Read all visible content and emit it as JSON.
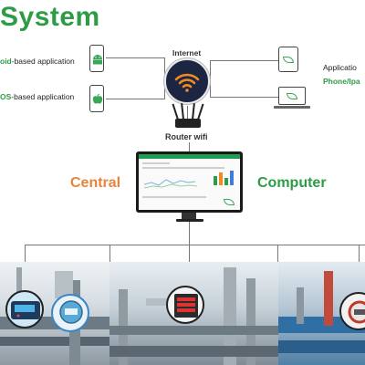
{
  "title": "System",
  "apps": {
    "android": {
      "prefix": "oid",
      "suffix": "-based application"
    },
    "ios": {
      "prefix": "OS",
      "suffix": "-based application"
    },
    "right_line1": "Applicatio",
    "right_line2": "Phone/Ipa"
  },
  "network": {
    "internet": "Internet",
    "router": "Router wifi"
  },
  "computer": {
    "left_word": "Central",
    "right_word": "Computer"
  },
  "colors": {
    "green": "#2e9c46",
    "orange": "#e9833a",
    "wifi_bg": "#1c2541",
    "wifi_accent": "#f08a24"
  },
  "icons": [
    "android-icon",
    "apple-icon",
    "tablet-icon",
    "laptop-icon",
    "wifi-icon",
    "router-icon",
    "monitor-icon"
  ]
}
